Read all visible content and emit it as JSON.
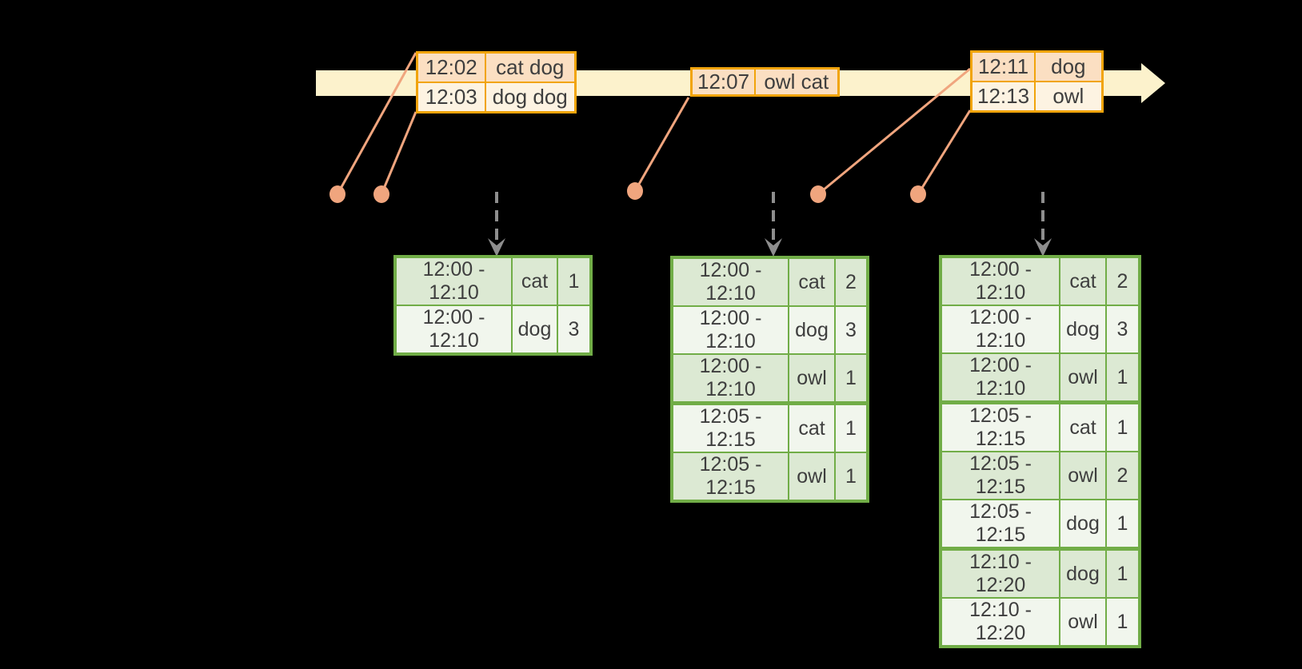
{
  "colors": {
    "background": "#000000",
    "timeline_band": "#FCF2CC",
    "event_table_border": "#F1A40B",
    "event_row_peach": "#FBDFC2",
    "event_row_cream": "#FDF3E2",
    "connector_salmon": "#F0A57E",
    "trigger_arrow_gray": "#8E8E8E",
    "result_table_border": "#71AD47",
    "result_row_sage": "#DCE9D3",
    "result_row_light": "#F1F6ED",
    "text": "#3E3E3E"
  },
  "event_tables": [
    {
      "rows": [
        {
          "time": "12:02",
          "words": "cat dog"
        },
        {
          "time": "12:03",
          "words": "dog dog"
        }
      ]
    },
    {
      "rows": [
        {
          "time": "12:07",
          "words": "owl cat"
        }
      ]
    },
    {
      "rows": [
        {
          "time": "12:11",
          "words": "dog"
        },
        {
          "time": "12:13",
          "words": "owl"
        }
      ]
    }
  ],
  "result_tables": [
    {
      "rows": [
        {
          "window": "12:00 - 12:10",
          "word": "cat",
          "count": "1"
        },
        {
          "window": "12:00 - 12:10",
          "word": "dog",
          "count": "3"
        }
      ]
    },
    {
      "rows": [
        {
          "window": "12:00 - 12:10",
          "word": "cat",
          "count": "2"
        },
        {
          "window": "12:00 - 12:10",
          "word": "dog",
          "count": "3"
        },
        {
          "window": "12:00 - 12:10",
          "word": "owl",
          "count": "1"
        },
        {
          "window": "12:05 - 12:15",
          "word": "cat",
          "count": "1"
        },
        {
          "window": "12:05 - 12:15",
          "word": "owl",
          "count": "1"
        }
      ]
    },
    {
      "rows": [
        {
          "window": "12:00 - 12:10",
          "word": "cat",
          "count": "2"
        },
        {
          "window": "12:00 - 12:10",
          "word": "dog",
          "count": "3"
        },
        {
          "window": "12:00 - 12:10",
          "word": "owl",
          "count": "1"
        },
        {
          "window": "12:05 - 12:15",
          "word": "cat",
          "count": "1"
        },
        {
          "window": "12:05 - 12:15",
          "word": "owl",
          "count": "2"
        },
        {
          "window": "12:05 - 12:15",
          "word": "dog",
          "count": "1"
        },
        {
          "window": "12:10 - 12:20",
          "word": "dog",
          "count": "1"
        },
        {
          "window": "12:10 - 12:20",
          "word": "owl",
          "count": "1"
        }
      ]
    }
  ]
}
